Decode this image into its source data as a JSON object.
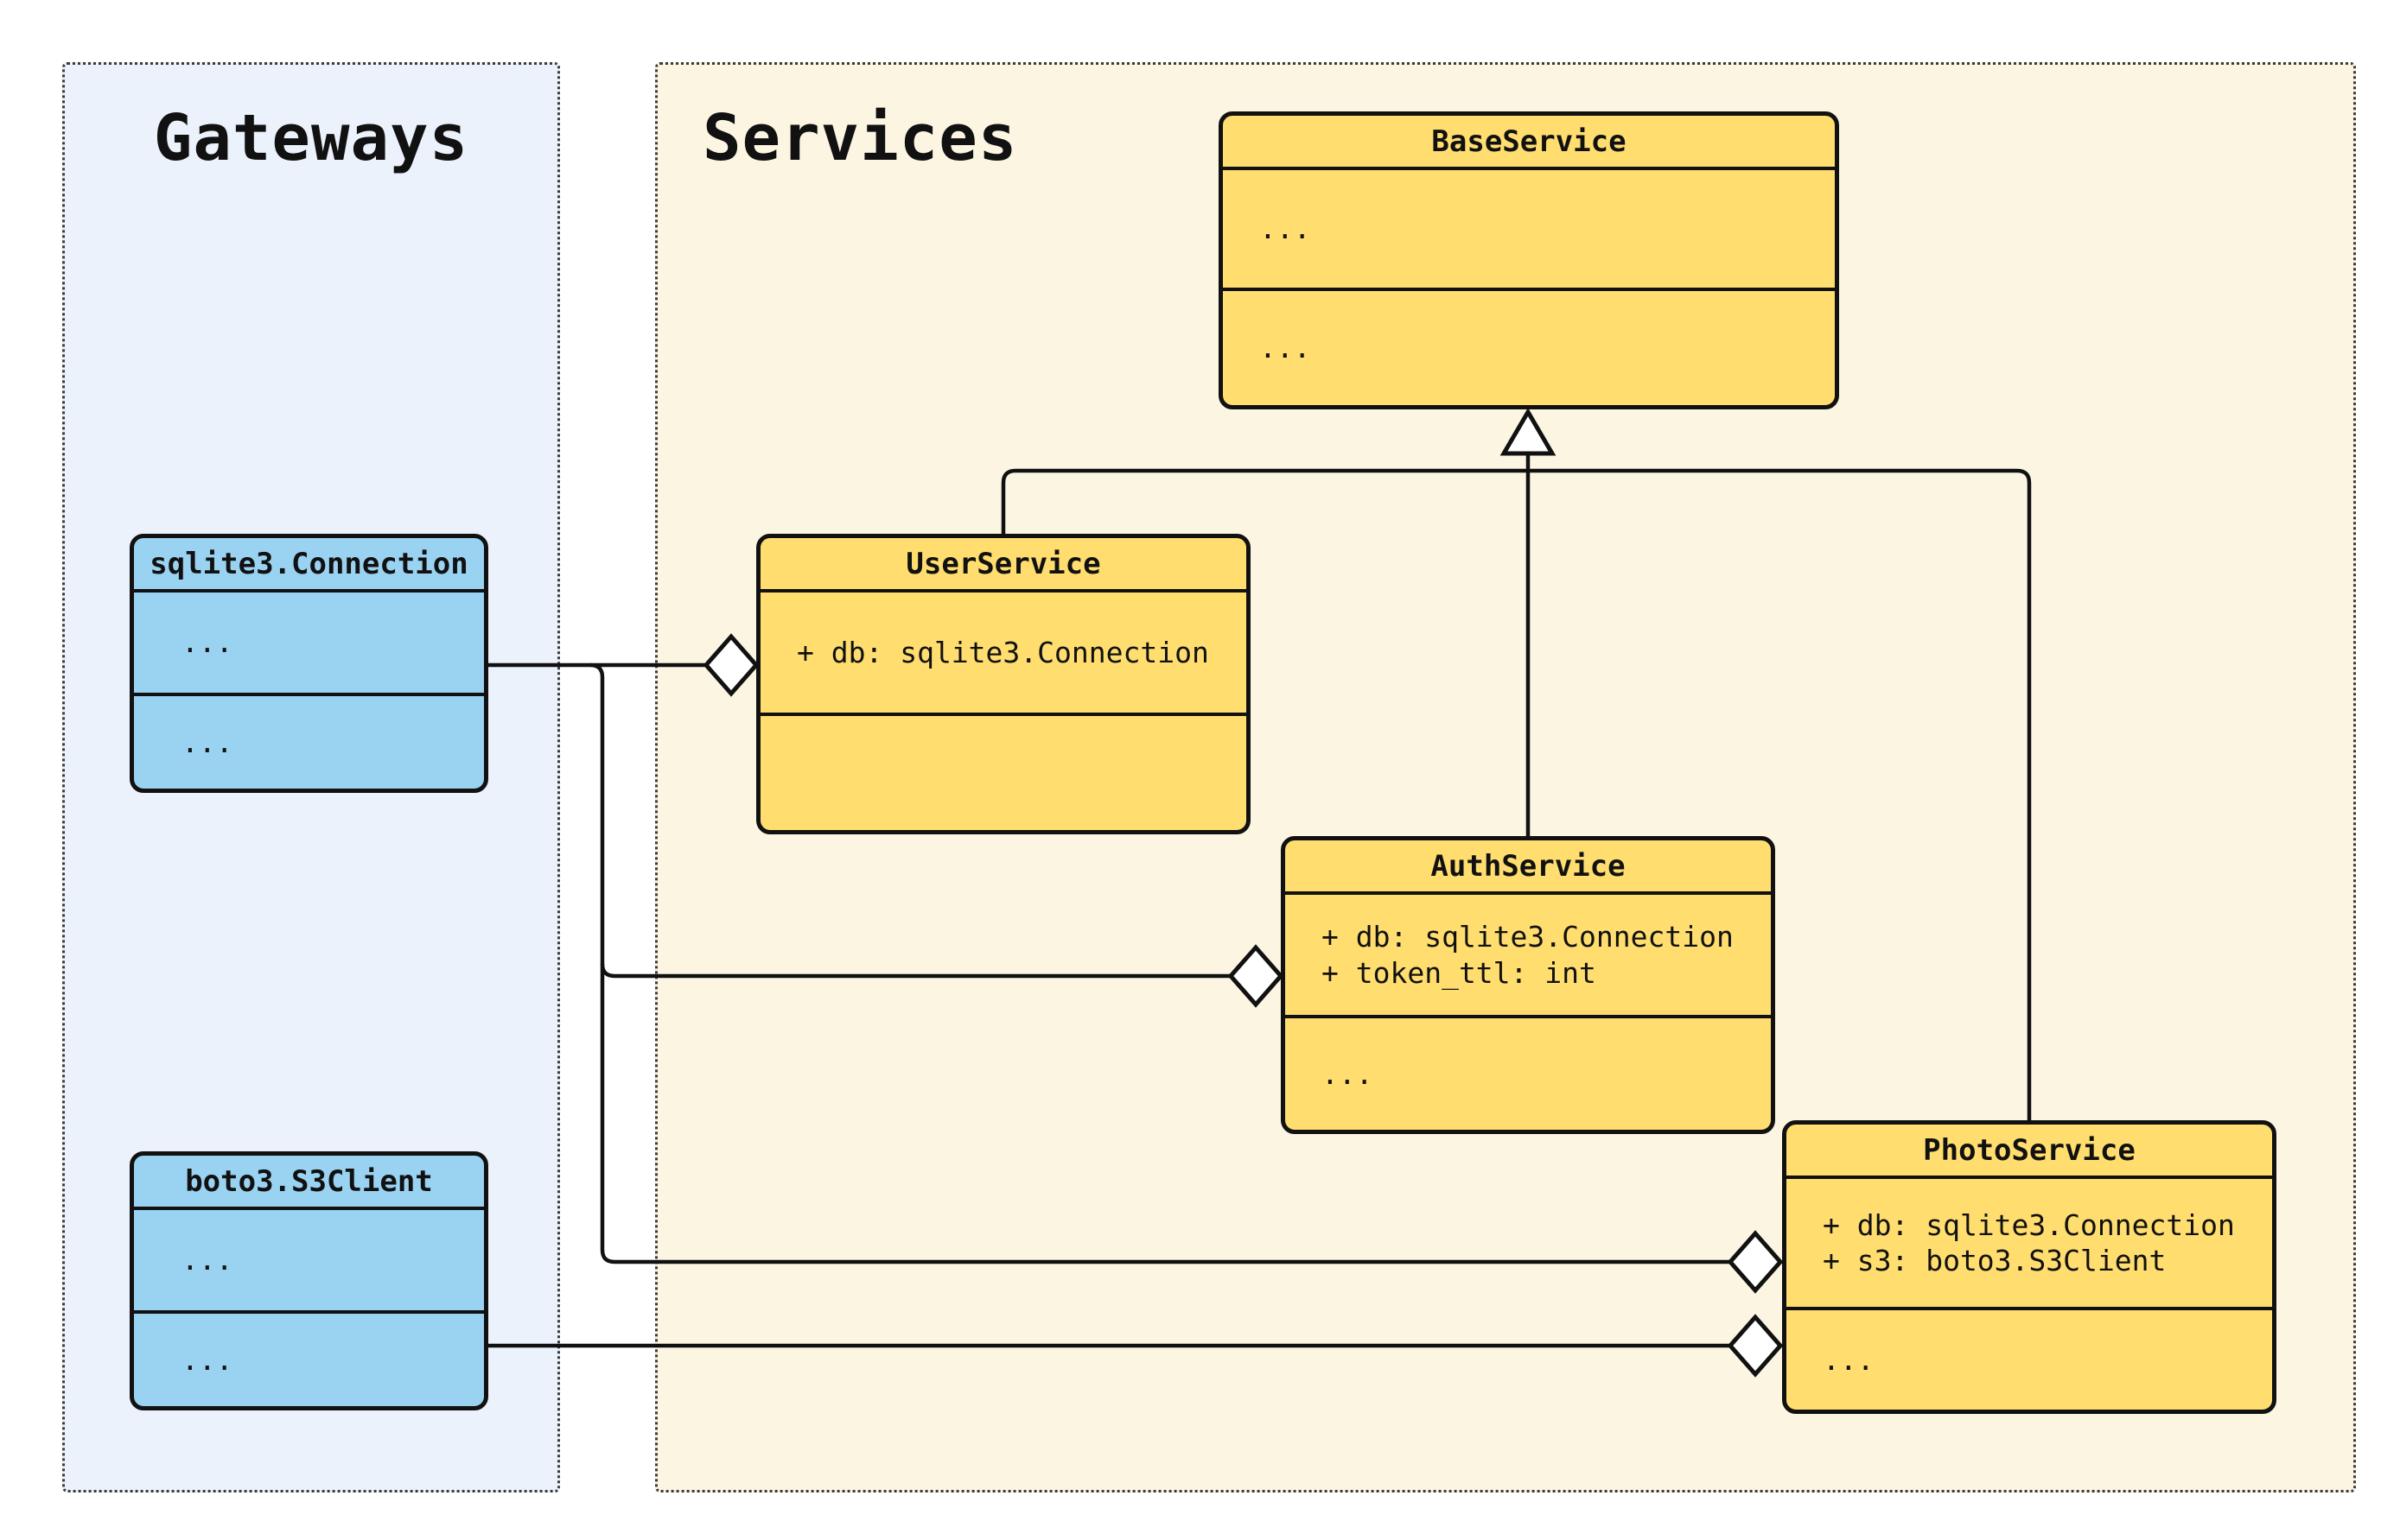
{
  "diagram": {
    "panels": {
      "gateways": {
        "title": "Gateways"
      },
      "services": {
        "title": "Services"
      }
    },
    "classes": {
      "base_service": {
        "name": "BaseService",
        "attributes": [
          "..."
        ],
        "methods": [
          "..."
        ]
      },
      "user_service": {
        "name": "UserService",
        "attributes": [
          "+ db: sqlite3.Connection"
        ],
        "methods": []
      },
      "auth_service": {
        "name": "AuthService",
        "attributes": [
          "+ db: sqlite3.Connection",
          "+ token_ttl: int"
        ],
        "methods": [
          "..."
        ]
      },
      "photo_service": {
        "name": "PhotoService",
        "attributes": [
          "+ db: sqlite3.Connection",
          "+ s3: boto3.S3Client"
        ],
        "methods": [
          "..."
        ]
      },
      "sqlite_connection": {
        "name": "sqlite3.Connection",
        "attributes": [
          "..."
        ],
        "methods": [
          "..."
        ]
      },
      "boto3_s3client": {
        "name": "boto3.S3Client",
        "attributes": [
          "..."
        ],
        "methods": [
          "..."
        ]
      }
    },
    "relationships": [
      {
        "type": "generalization",
        "from": "UserService",
        "to": "BaseService"
      },
      {
        "type": "generalization",
        "from": "AuthService",
        "to": "BaseService"
      },
      {
        "type": "generalization",
        "from": "PhotoService",
        "to": "BaseService"
      },
      {
        "type": "aggregation",
        "whole": "UserService",
        "part": "sqlite3.Connection"
      },
      {
        "type": "aggregation",
        "whole": "AuthService",
        "part": "sqlite3.Connection"
      },
      {
        "type": "aggregation",
        "whole": "PhotoService",
        "part": "sqlite3.Connection"
      },
      {
        "type": "aggregation",
        "whole": "PhotoService",
        "part": "boto3.S3Client"
      }
    ],
    "colors": {
      "class_fill_services": "#FFDD6E",
      "class_fill_gateways": "#9AD2F2",
      "panel_bg_services": "#FCF5E2",
      "panel_bg_gateways": "#ECF2FB",
      "stroke": "#111111",
      "page_bg": "#FFFFFF"
    }
  }
}
